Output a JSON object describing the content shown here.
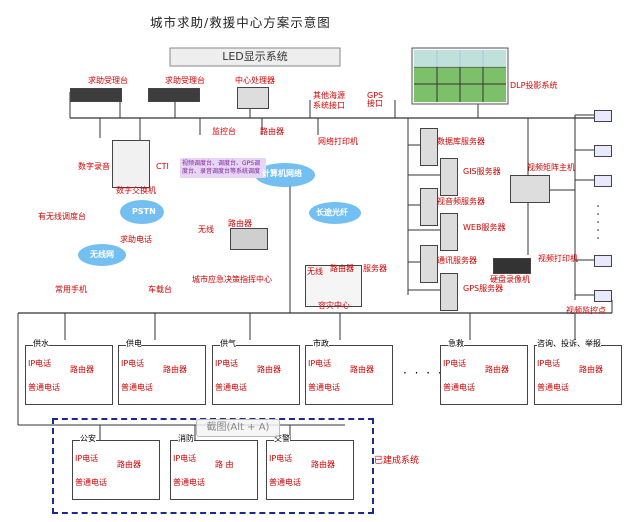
{
  "title": "城市求助/救援中心方案示意图",
  "led_label": "LED显示系统",
  "dlp_label": "DLP投影系统",
  "top_labels": {
    "help_desk_1": "求助受理台",
    "help_desk_2": "求助受理台",
    "center_processor": "中心处理器",
    "other_systems": "其他海源",
    "system_interface": "系统接口",
    "gps_interface": "GPS\n接口"
  },
  "left_labels": {
    "digital_recorder": "数字录音",
    "cti": "CTI",
    "digital_switch": "数字交换机",
    "wireless_dispatch": "有无线调度台",
    "pstn": "PSTN",
    "help_phone": "求助电话",
    "wireless_net": "无线网",
    "common_phone": "常用手机",
    "car_station": "车载台"
  },
  "middle_labels": {
    "console": "监控台",
    "router": "路由器",
    "network_printer": "网络打印机",
    "software_note": "视频调度台、调度台、GPS调度台、录音调度台等系统调度",
    "computer_network": "计算机网络",
    "long_channel": "长途光纤",
    "wireless": "无线",
    "router2": "路由器",
    "city_center": "城市应急决策指挥中心",
    "wireless2": "无线",
    "router3": "路由器",
    "server": "服务器",
    "disaster_center": "容灾中心"
  },
  "server_labels": {
    "database": "数据库服务器",
    "gis": "GIS服务器",
    "video": "视音频服务器",
    "web": "WEB服务器",
    "comm": "通讯服务器",
    "gps": "GPS服务器",
    "video_matrix": "视频矩阵主机",
    "hard_disk_recorder": "硬盘录像机",
    "video_printer": "视频打印机",
    "video_monitor": "视频监控点"
  },
  "departments": [
    {
      "name": "供水",
      "ip_phone": "IP电话",
      "router": "路由器",
      "common": "普通电话"
    },
    {
      "name": "供电",
      "ip_phone": "IP电话",
      "router": "路由器",
      "common": "普通电话"
    },
    {
      "name": "供气",
      "ip_phone": "IP电话",
      "router": "路由器",
      "common": "普通电话"
    },
    {
      "name": "市政",
      "ip_phone": "IP电话",
      "router": "路由器",
      "common": "普通电话"
    },
    {
      "name": "急救",
      "ip_phone": "IP电话",
      "router": "路由器",
      "common": "普通电话"
    },
    {
      "name": "咨询、投诉、举报",
      "ip_phone": "IP电话",
      "router": "路由器",
      "common": "普通电话"
    }
  ],
  "built_systems": [
    {
      "name": "公安",
      "ip_phone": "IP电话",
      "router": "路由器",
      "common": "普通电话"
    },
    {
      "name": "消防",
      "ip_phone": "IP电话",
      "router": "路 由",
      "common": "普通电话"
    },
    {
      "name": "交警",
      "ip_phone": "IP电话",
      "router": "路由器",
      "common": "普通电话"
    }
  ],
  "built_label": "已建成系统",
  "ellipsis": "· · · · · ·",
  "screenshot_hint": "截图(Alt + A)",
  "colors": {
    "accent_red": "#d40000",
    "line": "#333333",
    "dash": "#1b2a8a",
    "cloud": "#5ab4f0"
  }
}
